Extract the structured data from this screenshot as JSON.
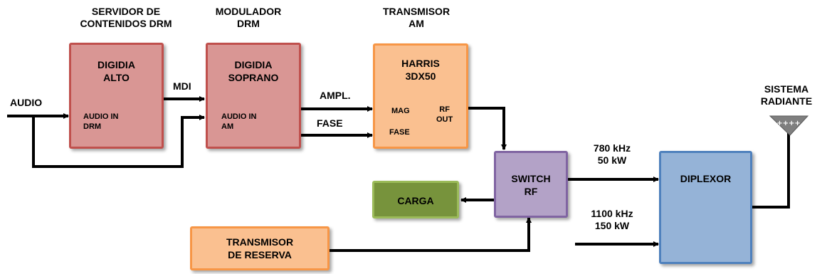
{
  "colors": {
    "digidia_fill": "#d99694",
    "digidia_border": "#c0504d",
    "tx_fill": "#fac090",
    "tx_border": "#f79646",
    "switch_fill": "#b3a2c7",
    "switch_border": "#8064a2",
    "carga_fill": "#77933c",
    "carga_border": "#9bbb59",
    "diplexor_fill": "#95b3d7",
    "diplexor_border": "#4f81bd",
    "wire": "#000000"
  },
  "headers": {
    "servidor": "SERVIDOR DE\nCONTENIDOS DRM",
    "modulador": "MODULADOR\nDRM",
    "transmisor": "TRANSMISOR\nAM",
    "sistema": "SISTEMA\nRADIANTE"
  },
  "blocks": {
    "alto": {
      "title": "DIGIDIA\nALTO",
      "port": "AUDIO IN\nDRM"
    },
    "soprano": {
      "title": "DIGIDIA\nSOPRANO",
      "port": "AUDIO IN\nAM"
    },
    "harris": {
      "title": "HARRIS\n3DX50",
      "port_mag": "MAG",
      "port_fase": "FASE",
      "port_rf": "RF\nOUT"
    },
    "switch": {
      "title": "SWITCH\nRF"
    },
    "carga": {
      "title": "CARGA"
    },
    "diplexor": {
      "title": "DIPLEXOR"
    },
    "reserva": {
      "title": "TRANSMISOR\nDE RESERVA"
    }
  },
  "signals": {
    "audio": "AUDIO",
    "mdi": "MDI",
    "ampl": "AMPL.",
    "fase": "FASE",
    "freq1": "780 kHz\n50 kW",
    "freq2": "1100 kHz\n150 kW"
  },
  "antenna": {
    "icon": "antenna-icon",
    "glyphs": "++++"
  }
}
